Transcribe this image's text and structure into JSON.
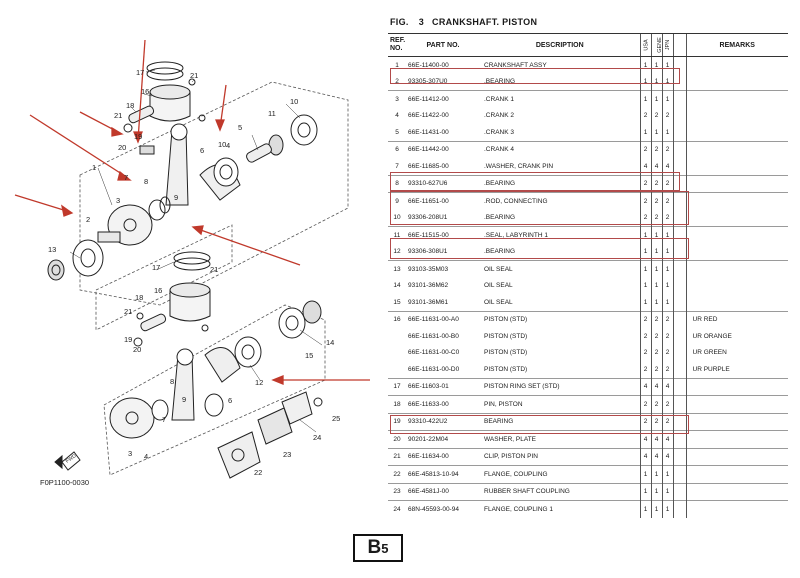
{
  "figure": {
    "label": "FIG.",
    "number": "3",
    "title": "CRANKSHAFT. PISTON"
  },
  "headers": {
    "ref_line1": "REF.",
    "ref_line2": "NO.",
    "part_no": "PART NO.",
    "description": "DESCRIPTION",
    "usa": "USA",
    "gene": "GENE",
    "jpn": "JPN",
    "remarks": "REMARKS"
  },
  "rows": [
    {
      "ref": "1",
      "part": "66E-11400-00",
      "desc": "CRANKSHAFT ASSY",
      "usa": "1",
      "gene": "1",
      "jpn": "1",
      "remarks": ""
    },
    {
      "ref": "2",
      "part": "93305-307U0",
      "desc": ".BEARING",
      "usa": "1",
      "gene": "1",
      "jpn": "1",
      "remarks": ""
    },
    {
      "ref": "3",
      "part": "66E-11412-00",
      "desc": ".CRANK 1",
      "usa": "1",
      "gene": "1",
      "jpn": "1",
      "remarks": ""
    },
    {
      "ref": "4",
      "part": "66E-11422-00",
      "desc": ".CRANK 2",
      "usa": "2",
      "gene": "2",
      "jpn": "2",
      "remarks": ""
    },
    {
      "ref": "5",
      "part": "66E-11431-00",
      "desc": ".CRANK 3",
      "usa": "1",
      "gene": "1",
      "jpn": "1",
      "remarks": ""
    },
    {
      "ref": "6",
      "part": "66E-11442-00",
      "desc": ".CRANK 4",
      "usa": "2",
      "gene": "2",
      "jpn": "2",
      "remarks": ""
    },
    {
      "ref": "7",
      "part": "66E-11685-00",
      "desc": ".WASHER, CRANK PIN",
      "usa": "4",
      "gene": "4",
      "jpn": "4",
      "remarks": ""
    },
    {
      "ref": "8",
      "part": "93310-627U6",
      "desc": ".BEARING",
      "usa": "2",
      "gene": "2",
      "jpn": "2",
      "remarks": ""
    },
    {
      "ref": "9",
      "part": "66E-11651-00",
      "desc": ".ROD, CONNECTING",
      "usa": "2",
      "gene": "2",
      "jpn": "2",
      "remarks": ""
    },
    {
      "ref": "10",
      "part": "93306-208U1",
      "desc": ".BEARING",
      "usa": "2",
      "gene": "2",
      "jpn": "2",
      "remarks": ""
    },
    {
      "ref": "11",
      "part": "66E-11515-00",
      "desc": ".SEAL, LABYRINTH 1",
      "usa": "1",
      "gene": "1",
      "jpn": "1",
      "remarks": ""
    },
    {
      "ref": "12",
      "part": "93306-308U1",
      "desc": ".BEARING",
      "usa": "1",
      "gene": "1",
      "jpn": "1",
      "remarks": ""
    },
    {
      "ref": "13",
      "part": "93103-35M03",
      "desc": "OIL SEAL",
      "usa": "1",
      "gene": "1",
      "jpn": "1",
      "remarks": ""
    },
    {
      "ref": "14",
      "part": "93101-36M62",
      "desc": "OIL SEAL",
      "usa": "1",
      "gene": "1",
      "jpn": "1",
      "remarks": ""
    },
    {
      "ref": "15",
      "part": "93101-36M61",
      "desc": "OIL SEAL",
      "usa": "1",
      "gene": "1",
      "jpn": "1",
      "remarks": ""
    },
    {
      "ref": "16",
      "part": "66E-11631-00-A0",
      "desc": "PISTON (STD)",
      "usa": "2",
      "gene": "2",
      "jpn": "2",
      "remarks": "UR RED"
    },
    {
      "ref": "",
      "part": "66E-11631-00-B0",
      "desc": "PISTON (STD)",
      "usa": "2",
      "gene": "2",
      "jpn": "2",
      "remarks": "UR ORANGE"
    },
    {
      "ref": "",
      "part": "66E-11631-00-C0",
      "desc": "PISTON (STD)",
      "usa": "2",
      "gene": "2",
      "jpn": "2",
      "remarks": "UR GREEN"
    },
    {
      "ref": "",
      "part": "66E-11631-00-D0",
      "desc": "PISTON (STD)",
      "usa": "2",
      "gene": "2",
      "jpn": "2",
      "remarks": "UR PURPLE"
    },
    {
      "ref": "17",
      "part": "66E-11603-01",
      "desc": "PISTON RING SET (STD)",
      "usa": "4",
      "gene": "4",
      "jpn": "4",
      "remarks": ""
    },
    {
      "ref": "18",
      "part": "66E-11633-00",
      "desc": "PIN, PISTON",
      "usa": "2",
      "gene": "2",
      "jpn": "2",
      "remarks": ""
    },
    {
      "ref": "19",
      "part": "93310-422U2",
      "desc": "BEARING",
      "usa": "2",
      "gene": "2",
      "jpn": "2",
      "remarks": ""
    },
    {
      "ref": "20",
      "part": "90201-22M04",
      "desc": "WASHER, PLATE",
      "usa": "4",
      "gene": "4",
      "jpn": "4",
      "remarks": ""
    },
    {
      "ref": "21",
      "part": "66E-11634-00",
      "desc": "CLIP, PISTON PIN",
      "usa": "4",
      "gene": "4",
      "jpn": "4",
      "remarks": ""
    },
    {
      "ref": "22",
      "part": "66E-45813-10-94",
      "desc": "FLANGE, COUPLING",
      "usa": "1",
      "gene": "1",
      "jpn": "1",
      "remarks": ""
    },
    {
      "ref": "23",
      "part": "66E-4581J-00",
      "desc": "RUBBER SHAFT COUPLING",
      "usa": "1",
      "gene": "1",
      "jpn": "1",
      "remarks": ""
    },
    {
      "ref": "24",
      "part": "68N-45593-00-94",
      "desc": "FLANGE, COUPLING 1",
      "usa": "1",
      "gene": "1",
      "jpn": "1",
      "remarks": ""
    }
  ],
  "diagram": {
    "code": "F0P1100-0030",
    "fwd": "FWD",
    "callouts": [
      "17",
      "21",
      "16",
      "18",
      "21",
      "19",
      "20",
      "1",
      "7",
      "8",
      "9",
      "6",
      "3",
      "4",
      "10",
      "5",
      "11",
      "10",
      "2",
      "13",
      "17",
      "21",
      "16",
      "18",
      "21",
      "19",
      "20",
      "14",
      "15",
      "12",
      "8",
      "9",
      "7",
      "6",
      "4",
      "3",
      "25",
      "24",
      "23",
      "22"
    ]
  },
  "page_badge": {
    "letter": "B",
    "number": "5"
  },
  "colors": {
    "highlight": "#b24a4a",
    "arrow": "#c0392b"
  }
}
